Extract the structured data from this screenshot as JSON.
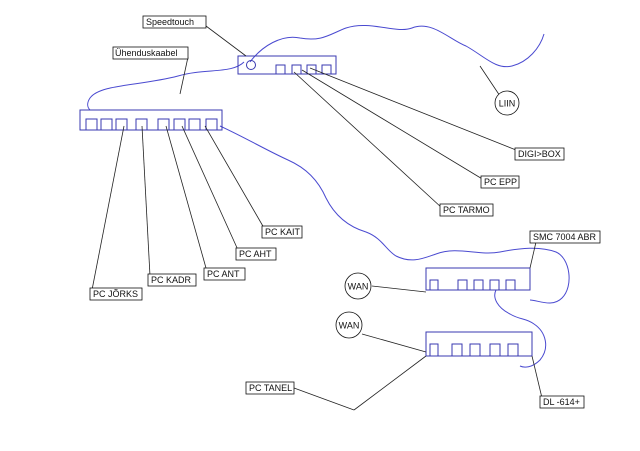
{
  "labels": {
    "speedtouch": "Speedtouch",
    "uhenduskaabel": "Ühenduskaabel",
    "liin": "LIIN",
    "digibox": "DIGI>BOX",
    "pc_epp": "PC EPP",
    "pc_tarmo": "PC TARMO",
    "pc_kait": "PC KAIT",
    "pc_aht": "PC AHT",
    "pc_ant": "PC ANT",
    "pc_kadr": "PC KADR",
    "pc_jorks": "PC JÕRKS",
    "smc": "SMC 7004 ABR",
    "wan1": "WAN",
    "wan2": "WAN",
    "pc_tanel": "PC TANEL",
    "dl614": "DL -614+"
  },
  "colors": {
    "device_stroke": "#3a3ab0",
    "cable_stroke": "#4a4ad0",
    "label_stroke": "#111111"
  }
}
